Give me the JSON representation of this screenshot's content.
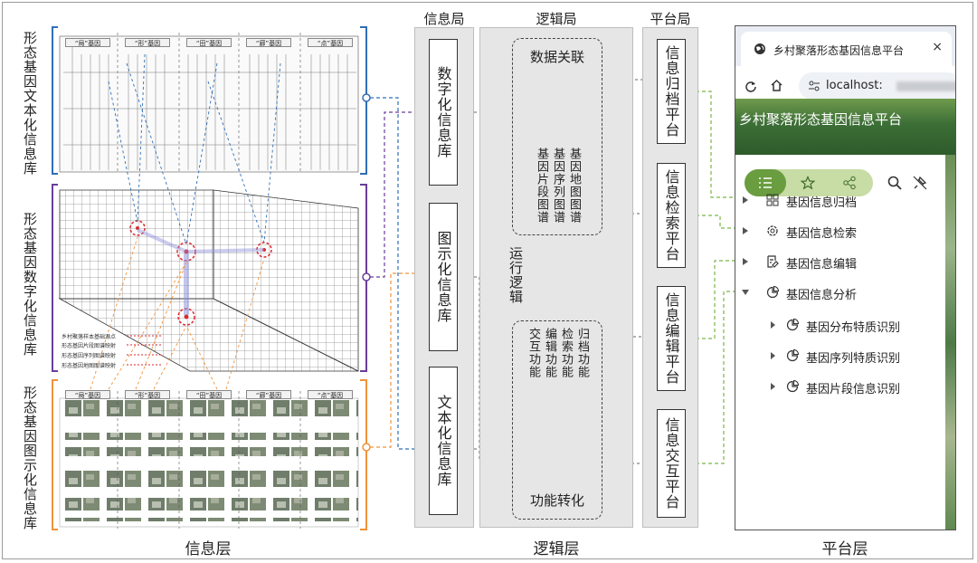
{
  "layers": {
    "info_layer": "信息层",
    "logic_layer": "逻辑层",
    "platform_layer": "平台层"
  },
  "libraries": {
    "text": "形态基因文本化信息库",
    "digital": "形态基因数字化信息库",
    "graphic": "形态基因图示化信息库"
  },
  "gene_headers": [
    "“局”基因",
    "“形”基因",
    "“田”基因",
    "“廊”基因",
    "“点”基因"
  ],
  "legend_items": [
    "乡村聚落样本基础源点",
    "形态基因片段图谱映射",
    "形态基因序列图谱映射",
    "形态基因地图图谱映射"
  ],
  "bureau_titles": {
    "info": "信息局",
    "logic": "逻辑局",
    "platform": "平台局"
  },
  "info_bureau_boxes": [
    "数字化信息库",
    "图示化信息库",
    "文本化信息库"
  ],
  "logic": {
    "data_link": "数据关联",
    "maps": [
      "基因片段图谱",
      "基因序列图谱",
      "基因地图图谱"
    ],
    "run_logic": "运行逻辑",
    "functions": [
      "交互功能",
      "编辑功能",
      "检索功能",
      "归档功能"
    ],
    "function_transform": "功能转化"
  },
  "platforms": [
    "信息归档平台",
    "信息检索平台",
    "信息编辑平台",
    "信息交互平台"
  ],
  "browser": {
    "tab_title": "乡村聚落形态基因信息平台",
    "close": "×",
    "url": "localhost:",
    "banner_title": "乡村聚落形态基因信息平台",
    "menu": [
      {
        "label": "基因信息归档",
        "icon": "grid-icon"
      },
      {
        "label": "基因信息检索",
        "icon": "search-gear-icon"
      },
      {
        "label": "基因信息编辑",
        "icon": "edit-doc-icon"
      },
      {
        "label": "基因信息分析",
        "icon": "pie-chart-icon"
      }
    ],
    "submenu": [
      "基因分布特质识别",
      "基因序列特质识别",
      "基因片段信息识别"
    ]
  },
  "colors": {
    "blue": "#2f6fb6",
    "purple": "#6b3d9a",
    "orange": "#f0923a",
    "green": "#7ab648",
    "red": "#d9282f"
  }
}
